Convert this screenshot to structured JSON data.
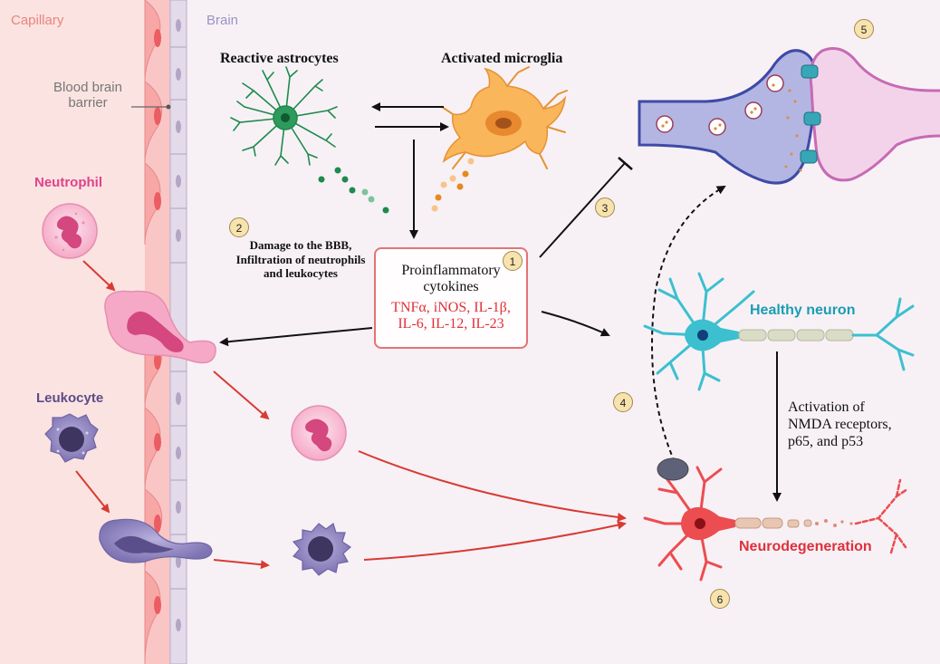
{
  "regions": {
    "capillary": "Capillary",
    "brain": "Brain"
  },
  "labels": {
    "bbb_line1": "Blood brain",
    "bbb_line2": "barrier",
    "neutrophil": "Neutrophil",
    "leukocyte": "Leukocyte",
    "reactive_astrocytes": "Reactive astrocytes",
    "activated_microglia": "Activated microglia",
    "damage_line1": "Damage to the BBB,",
    "damage_line2": "Infiltration of neutrophils",
    "damage_line3": "and leukocytes",
    "cytokines_title_line1": "Proinflammatory",
    "cytokines_title_line2": "cytokines",
    "cytokines_list_line1": "TNFα, iNOS, IL-1β,",
    "cytokines_list_line2": "IL-6, IL-12, IL-23",
    "healthy_neuron": "Healthy neuron",
    "activation_line1": "Activation of",
    "activation_line2": "NMDA receptors,",
    "activation_line3": "p65, and p53",
    "neurodegeneration": "Neurodegeneration"
  },
  "badges": [
    "1",
    "2",
    "3",
    "4",
    "5",
    "6"
  ],
  "colors": {
    "capillary_bg": "#fbe3e1",
    "brain_bg": "#f7f1f6",
    "capillary_text": "#e8857f",
    "brain_text": "#9b93c7",
    "neutrophil": "#e0428a",
    "leukocyte": "#5b4b8a",
    "astrocyte": "#1f8a4c",
    "microglia": "#f5a742",
    "healthy_neuron": "#1a9db3",
    "neurodegeneration": "#e0303a",
    "arrow_red": "#d93a32",
    "arrow_black": "#111111"
  }
}
